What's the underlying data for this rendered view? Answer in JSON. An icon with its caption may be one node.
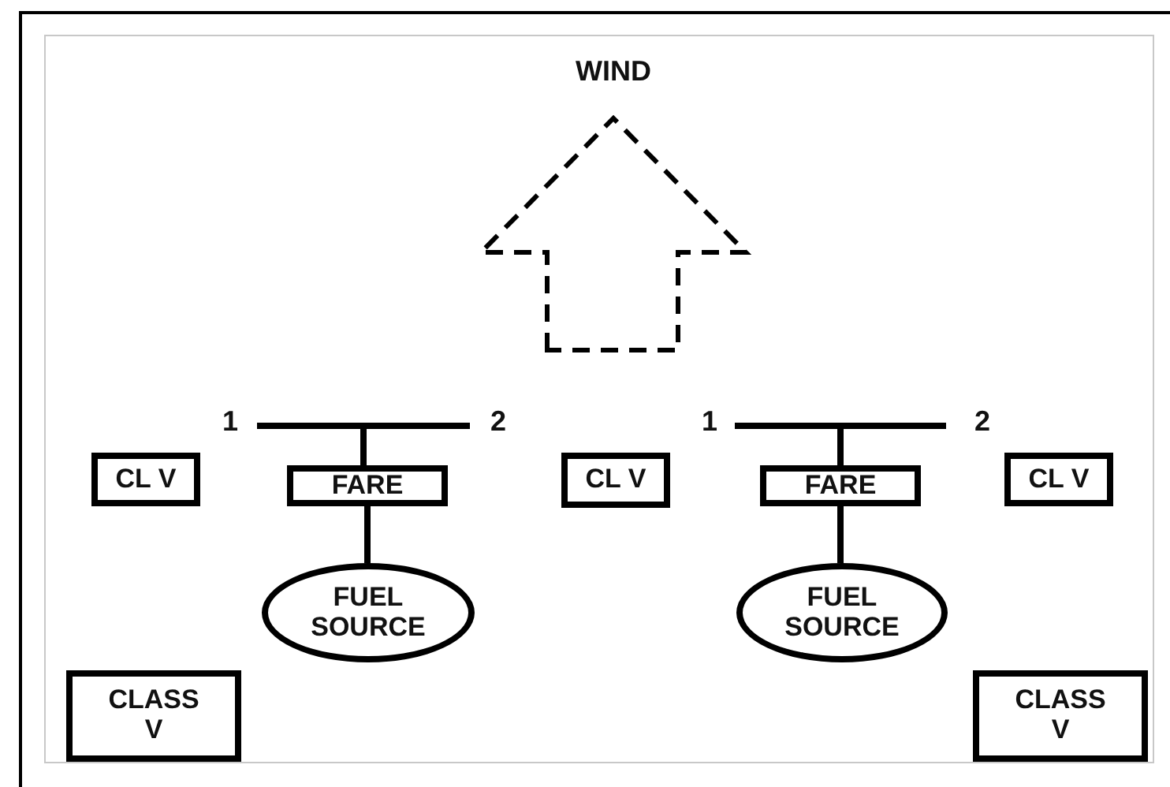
{
  "diagram": {
    "nodes": [
      {
        "text": [],
        "shape": "bar"
      },
      {
        "text": [],
        "shape": "bar"
      },
      {
        "text": [
          "CL V"
        ]
      },
      {
        "text": [
          "FARE"
        ]
      },
      {
        "text": [
          "CL V"
        ]
      },
      {
        "text": [
          "FARE"
        ]
      },
      {
        "text": [
          "CL V"
        ]
      },
      {
        "text": [
          "FUEL SOURCE"
        ]
      },
      {
        "text": [
          "FUEL SOURCE"
        ]
      },
      {
        "text": [
          "CLASS V"
        ]
      },
      {
        "text": [
          "CLASS V"
        ]
      }
    ],
    "edges": [
      {
        "from": 0,
        "to": 3,
        "arrow": "none"
      },
      {
        "from": 3,
        "to": 7,
        "arrow": "none"
      },
      {
        "from": 1,
        "to": 5,
        "arrow": "none"
      },
      {
        "from": 5,
        "to": 8,
        "arrow": "none"
      }
    ],
    "labels": [
      "WIND",
      "1",
      "2",
      "1",
      "2"
    ]
  }
}
